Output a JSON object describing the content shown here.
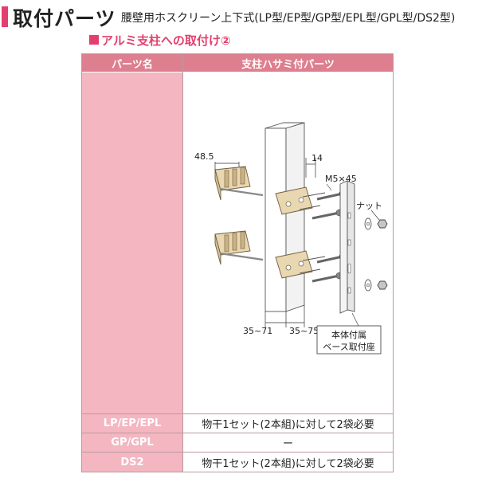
{
  "header": {
    "title": "取付パーツ",
    "subtitle": "腰壁用ホスクリーン上下式(LP型/EP型/GP型/EPL型/GPL型/DS2型)"
  },
  "section": {
    "title": "アルミ支柱への取付け②"
  },
  "table": {
    "col_headers": [
      "パーツ名",
      "支柱ハサミ付パーツ"
    ],
    "rows": [
      {
        "name": "LP/EP/EPL",
        "value": "物干1セット(2本組)に対して2袋必要"
      },
      {
        "name": "GP/GPL",
        "value": "ー"
      },
      {
        "name": "DS2",
        "value": "物干1セット(2本組)に対して2袋必要"
      }
    ]
  },
  "diagram": {
    "dim_48_5": "48.5",
    "dim_14": "14",
    "bolt_label": "M5×45",
    "nut_label": "ナット",
    "dim_35_71": "35~71",
    "dim_35_75": "35~75",
    "callout_line1": "本体付属",
    "callout_line2": "ベース取付座"
  },
  "colors": {
    "accent": "#e33f6e",
    "header_pink": "#dd7f8f",
    "cell_pink": "#f4b6c1",
    "part_beige": "#e9d7b2"
  }
}
